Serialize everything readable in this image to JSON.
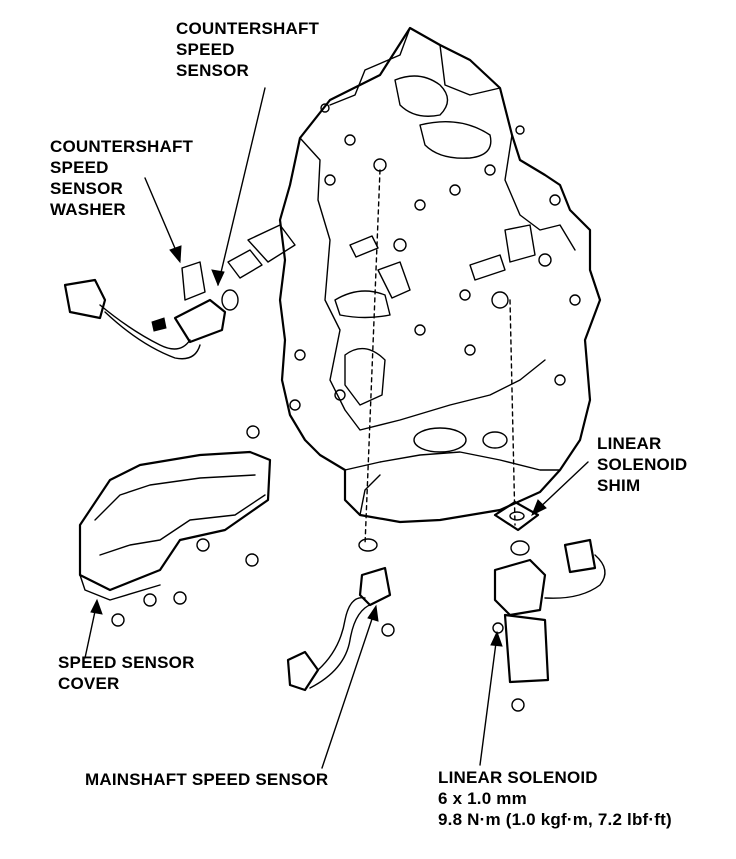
{
  "labels": {
    "countershaft_speed_sensor": [
      "COUNTERSHAFT",
      "SPEED",
      "SENSOR"
    ],
    "countershaft_washer": [
      "COUNTERSHAFT",
      "SPEED",
      "SENSOR",
      "WASHER"
    ],
    "linear_solenoid_shim": [
      "LINEAR",
      "SOLENOID",
      "SHIM"
    ],
    "speed_sensor_cover": [
      "SPEED SENSOR",
      "COVER"
    ],
    "mainshaft_speed_sensor": [
      "MAINSHAFT SPEED SENSOR"
    ],
    "linear_solenoid": [
      "LINEAR SOLENOID",
      "6 x 1.0 mm",
      "9.8 N·m (1.0 kgf·m, 7.2 lbf·ft)"
    ]
  }
}
